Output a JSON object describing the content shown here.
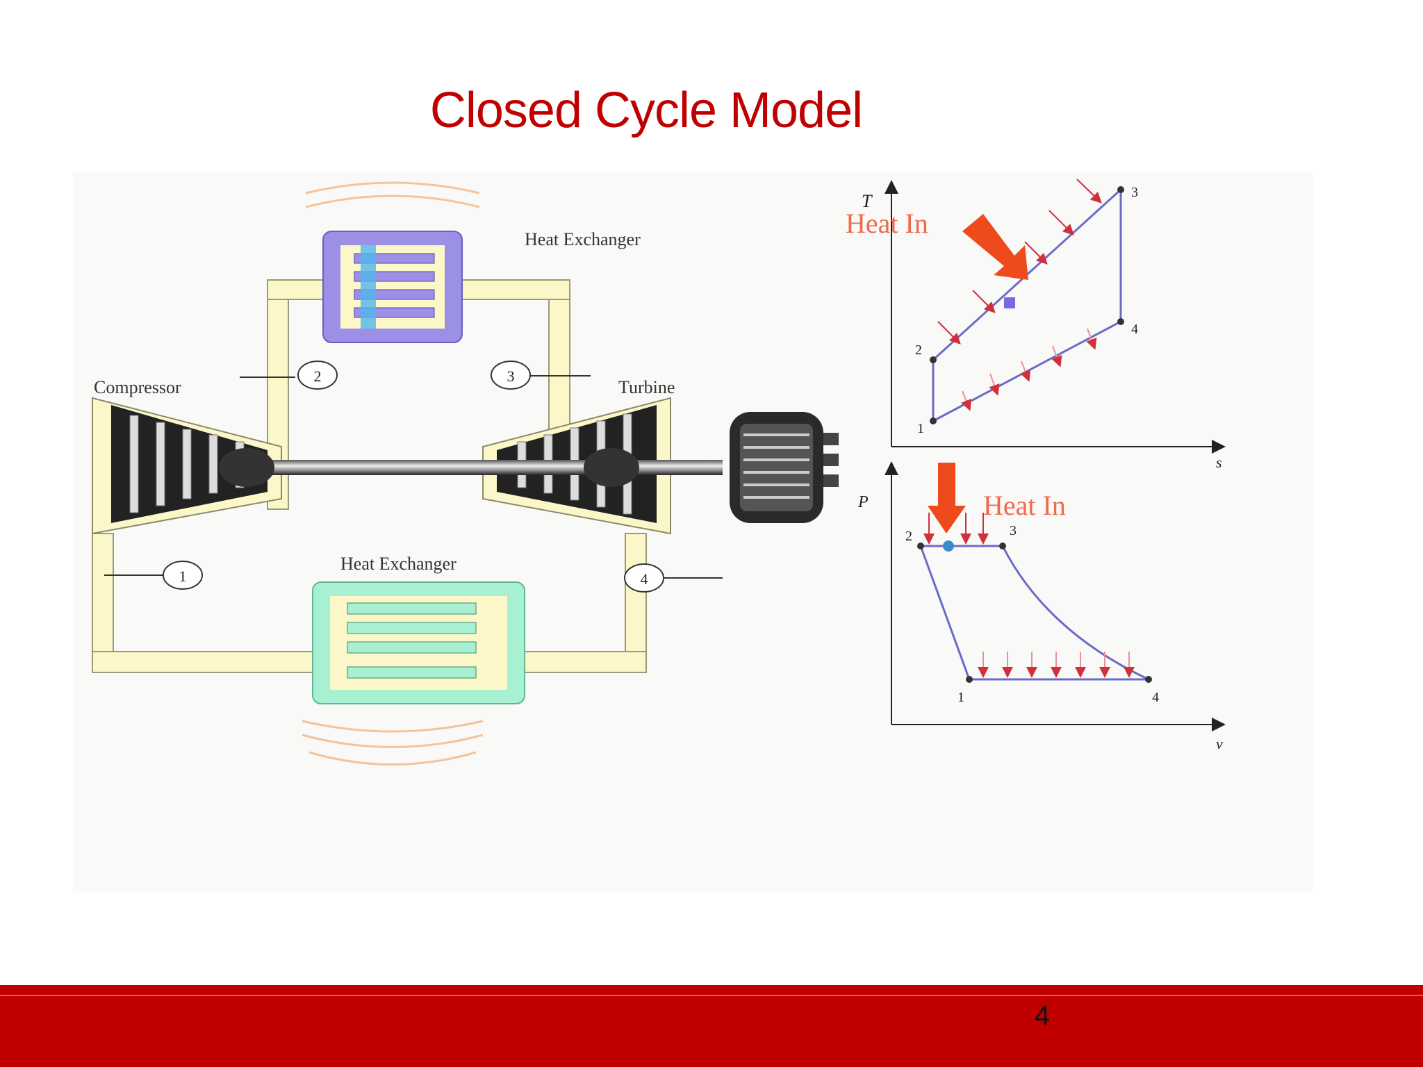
{
  "slide": {
    "title": "Closed Cycle Model",
    "page_number": "4"
  },
  "diagram": {
    "labels": {
      "top_heat_exchanger": "Heat Exchanger",
      "bottom_heat_exchanger": "Heat Exchanger",
      "compressor": "Compressor",
      "turbine": "Turbine"
    },
    "state_points": [
      "1",
      "2",
      "3",
      "4"
    ],
    "ts_chart": {
      "y_axis": "T",
      "x_axis": "s",
      "annotation": "Heat In",
      "points": [
        "1",
        "2",
        "3",
        "4"
      ]
    },
    "pv_chart": {
      "y_axis": "P",
      "x_axis": "v",
      "annotation": "Heat In",
      "points": [
        "1",
        "2",
        "3",
        "4"
      ]
    }
  },
  "colors": {
    "title": "#c00000",
    "footer": "#c00000",
    "duct": "#fbf7c8",
    "hot_exchanger": "#9b8fe6",
    "cold_exchanger": "#a8f0d2",
    "heat_arrow": "#ee4a1c",
    "cycle_line": "#6a6ac8"
  }
}
